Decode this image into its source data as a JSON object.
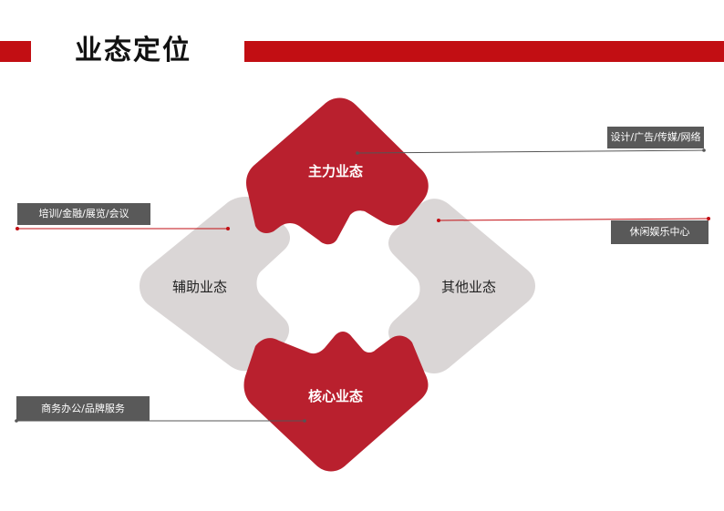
{
  "title": "业态定位",
  "colors": {
    "accent": "#c20e13",
    "primary_petal": "#b9202e",
    "secondary_petal": "#dad6d6",
    "tag_bg": "#595959",
    "connector": "#555555",
    "connector_red": "#c20e13"
  },
  "petals": {
    "top": "主力业态",
    "left": "辅助业态",
    "right": "其他业态",
    "bottom": "核心业态"
  },
  "tags": {
    "design_media": "设计/广告/传媒/网络",
    "training_finance": "培训/金融/展览/会议",
    "leisure": "休闲娱乐中心",
    "business": "商务办公/品牌服务"
  }
}
